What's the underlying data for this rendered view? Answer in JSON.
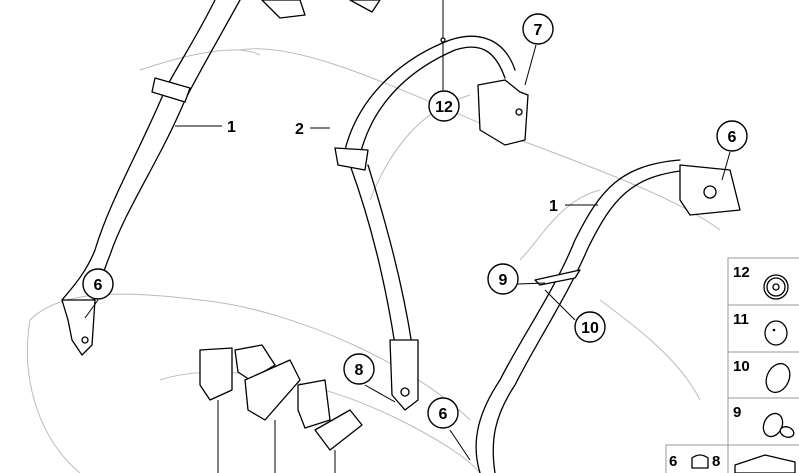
{
  "diagram": {
    "callouts": {
      "belt_left_1": "1",
      "belt_center_2": "2",
      "grommet_12": "12",
      "retractor_7": "7",
      "retractor_right_6": "6",
      "belt_right_1": "1",
      "clip_9": "9",
      "cap_10": "10",
      "anchor_left_6": "6",
      "anchor_center_8": "8",
      "anchor_bottom_6": "6"
    },
    "parts_panel": {
      "rows": [
        "12",
        "11",
        "10",
        "9"
      ],
      "bottom_left": "6",
      "bottom_right": "8"
    }
  }
}
